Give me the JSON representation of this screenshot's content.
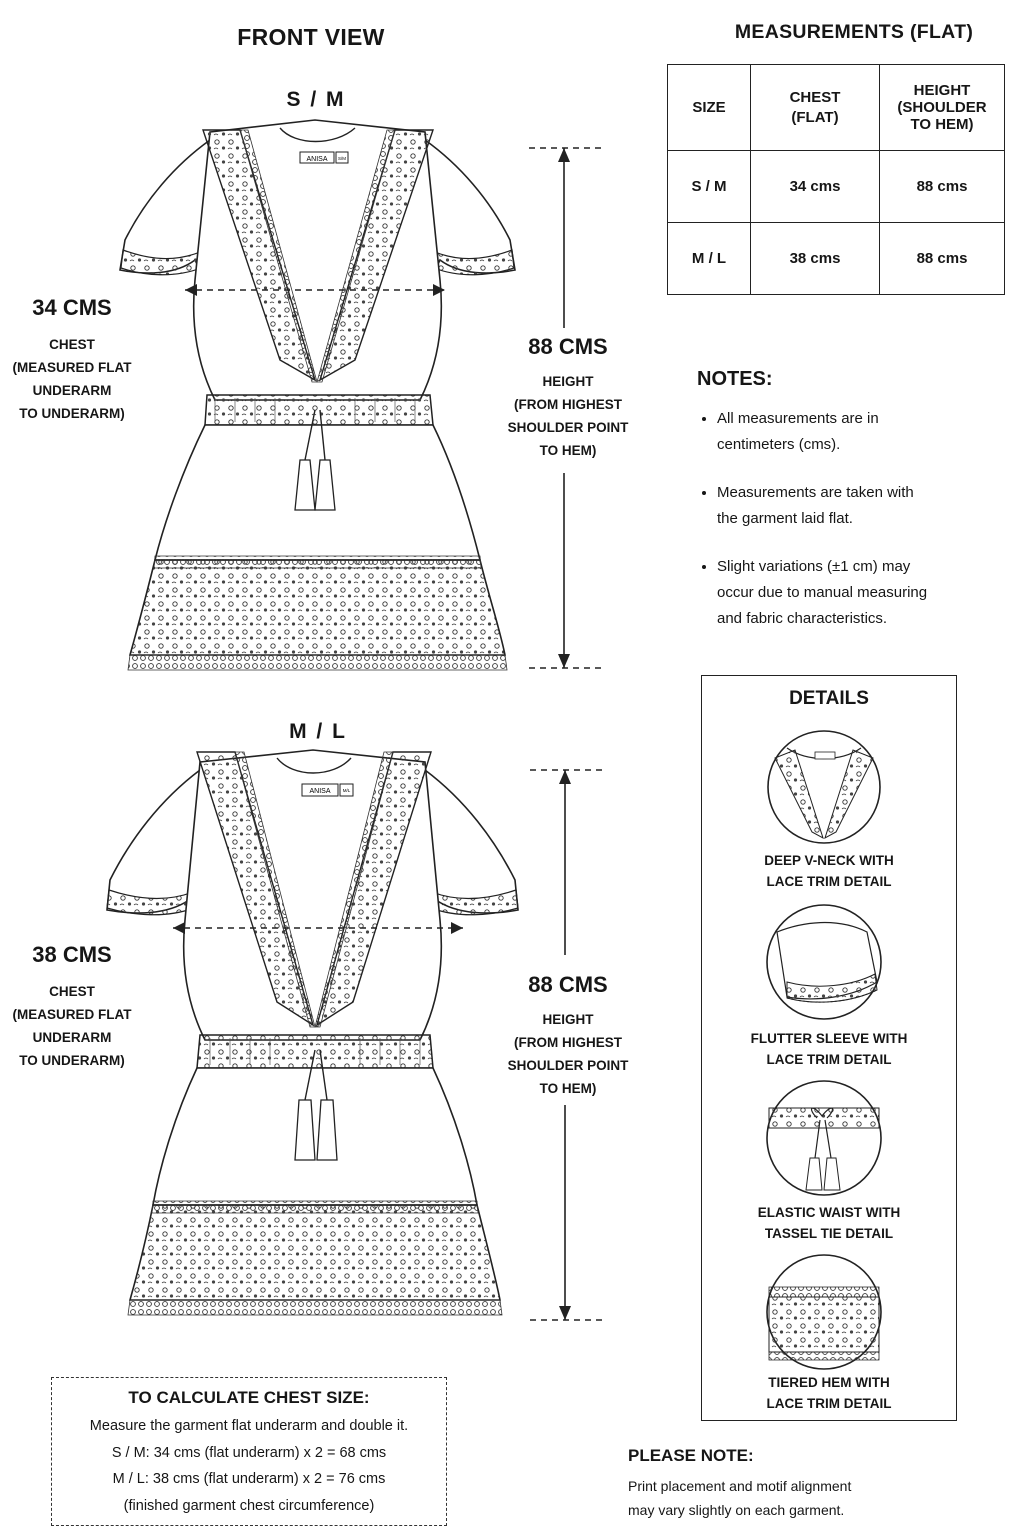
{
  "front_view_title": "FRONT VIEW",
  "sizes": [
    {
      "label": "S / M",
      "chest_value": "34 CMS",
      "chest_caption": [
        "CHEST",
        "(MEASURED FLAT",
        "UNDERARM",
        "TO UNDERARM)"
      ],
      "height_value": "88 CMS",
      "height_caption": [
        "HEIGHT",
        "(FROM HIGHEST",
        "SHOULDER POINT",
        "TO HEM)"
      ],
      "brand_tag": "ANISA",
      "size_tag": "S/M"
    },
    {
      "label": "M / L",
      "chest_value": "38 CMS",
      "chest_caption": [
        "CHEST",
        "(MEASURED FLAT",
        "UNDERARM",
        "TO UNDERARM)"
      ],
      "height_value": "88 CMS",
      "height_caption": [
        "HEIGHT",
        "(FROM HIGHEST",
        "SHOULDER POINT",
        "TO HEM)"
      ],
      "brand_tag": "ANISA",
      "size_tag": "M/L"
    }
  ],
  "measurements": {
    "title": "MEASUREMENTS (FLAT)",
    "header": {
      "size": "SIZE",
      "chest": "CHEST",
      "chest_sub": "(FLAT)",
      "height": "HEIGHT",
      "height_sub1": "(SHOULDER",
      "height_sub2": "TO HEM)"
    },
    "rows": [
      {
        "size": "S / M",
        "chest": "34 cms",
        "height": "88 cms"
      },
      {
        "size": "M / L",
        "chest": "38 cms",
        "height": "88 cms"
      }
    ]
  },
  "notes": {
    "title": "NOTES:",
    "items": [
      [
        "All measurements are in",
        "centimeters (cms)."
      ],
      [
        "Measurements are taken with",
        "the garment laid flat."
      ],
      [
        "Slight variations (±1 cm) may",
        "occur due to manual measuring",
        "and fabric characteristics."
      ]
    ]
  },
  "details": {
    "title": "DETAILS",
    "items": [
      {
        "line1": "DEEP V-NECK WITH",
        "line2": "LACE TRIM DETAIL",
        "icon": "v-neck-detail-icon"
      },
      {
        "line1": "FLUTTER SLEEVE WITH",
        "line2": "LACE TRIM DETAIL",
        "icon": "flutter-sleeve-detail-icon"
      },
      {
        "line1": "ELASTIC WAIST WITH",
        "line2": "TASSEL TIE DETAIL",
        "icon": "tassel-waist-detail-icon"
      },
      {
        "line1": "TIERED HEM WITH",
        "line2": "LACE TRIM DETAIL",
        "icon": "tiered-hem-detail-icon"
      }
    ]
  },
  "calc": {
    "title": "TO CALCULATE CHEST SIZE:",
    "lines": [
      "Measure the garment flat underarm and double it.",
      "S / M: 34 cms (flat underarm) x 2 = 68 cms",
      "M / L: 38 cms (flat underarm) x 2 = 76 cms",
      "(finished garment chest circumference)"
    ]
  },
  "please_note": {
    "title": "PLEASE NOTE:",
    "lines": [
      "Print placement and motif alignment",
      "may vary slightly on each garment."
    ]
  }
}
